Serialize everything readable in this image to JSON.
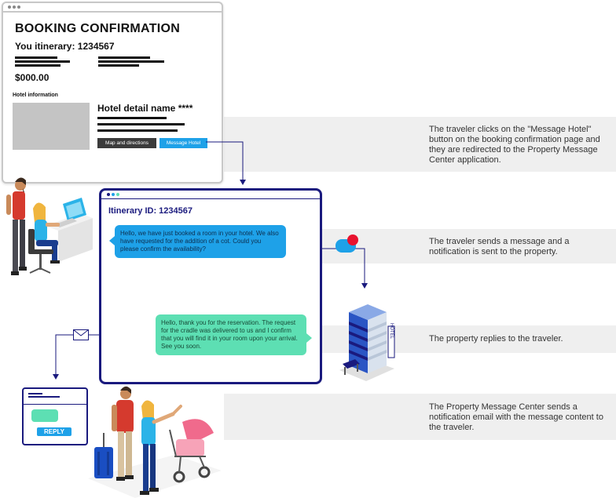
{
  "steps": [
    {
      "text": "The traveler clicks on the \"Message Hotel\" button on the booking confirmation page and they are redirected to the Property Message Center application."
    },
    {
      "text": "The traveler sends a message and a notification is sent to the property."
    },
    {
      "text": "The property replies to the traveler."
    },
    {
      "text": "The Property Message Center sends a notification email with the message content to the traveler."
    }
  ],
  "booking": {
    "title": "BOOKING CONFIRMATION",
    "itinerary": "You itinerary: 1234567",
    "price": "$000.00",
    "hotel_info_label": "Hotel information",
    "hotel_name": "Hotel detail name ****",
    "map_button": "Map and directions",
    "message_button": "Message Hotel"
  },
  "message_center": {
    "itinerary": "Itinerary ID: 1234567",
    "traveler_message": "Hello, we have just booked a room in your hotel. We also have requested for the addition of a cot. Could you please confirm the availability?",
    "property_reply": "Hello, thank you for the reservation. The request for the cradle was delivered to us and I confirm that you will find it in your room upon your arrival. See you soon."
  },
  "email": {
    "reply_button": "REPLY"
  },
  "hotel_sign": "HOTEL",
  "colors": {
    "navy": "#1a1a7e",
    "blue": "#1ea1e8",
    "green": "#5ddfb3",
    "band": "#efefef",
    "notification": "#e8122e"
  },
  "icons": [
    "people-at-desk-illustration",
    "notification-bubble-icon",
    "hotel-building-illustration",
    "envelope-icon",
    "family-with-stroller-illustration"
  ]
}
